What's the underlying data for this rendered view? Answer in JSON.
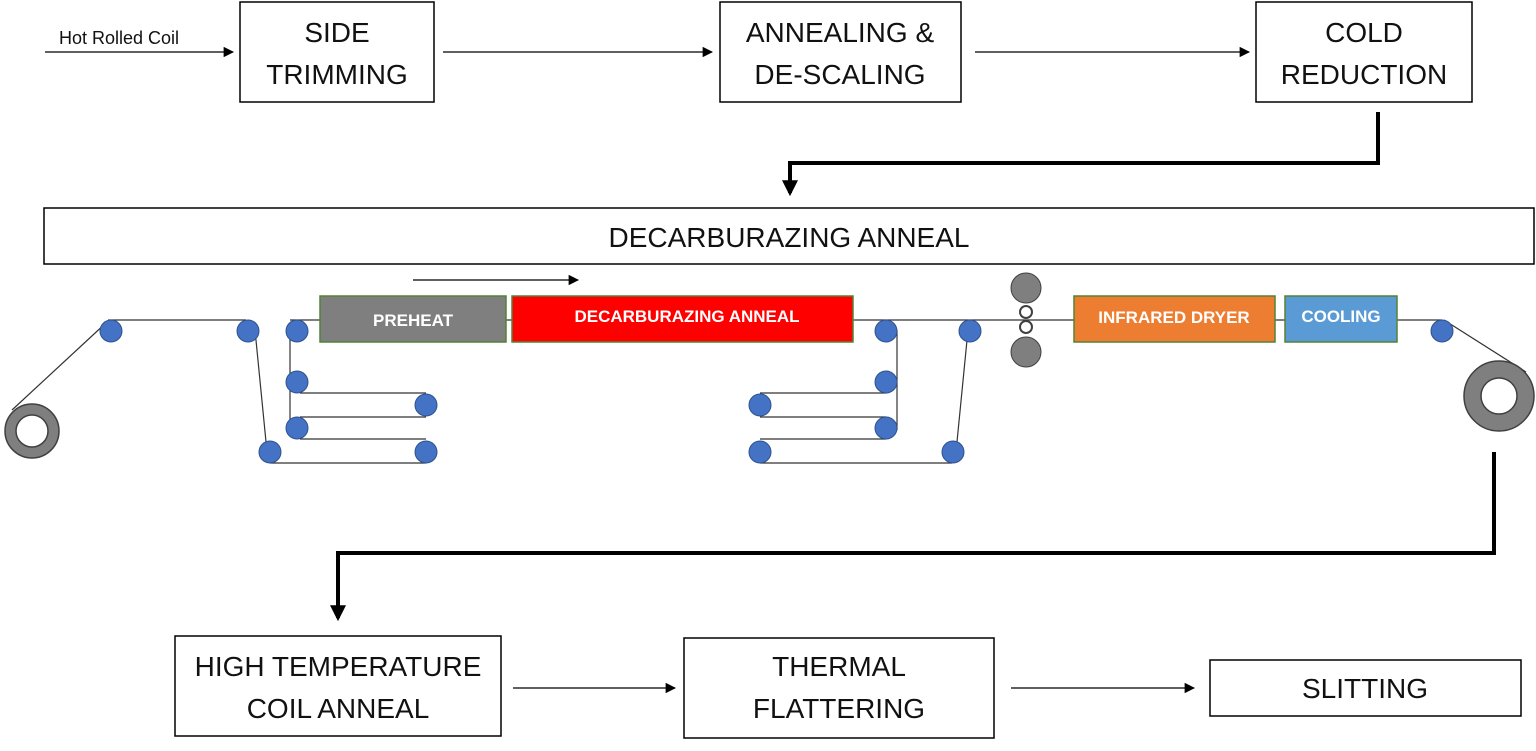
{
  "input_label": "Hot Rolled Coil",
  "steps_top": [
    {
      "line1": "SIDE",
      "line2": "TRIMMING"
    },
    {
      "line1": "ANNEALING &",
      "line2": "DE-SCALING"
    },
    {
      "line1": "COLD",
      "line2": "REDUCTION"
    }
  ],
  "banner": "DECARBURAZING ANNEAL",
  "zones": {
    "preheat": "PREHEAT",
    "decarb": "DECARBURAZING ANNEAL",
    "infrared": "INFRARED DRYER",
    "cooling": "COOLING"
  },
  "steps_bottom": [
    {
      "line1": "HIGH TEMPERATURE",
      "line2": "COIL ANNEAL"
    },
    {
      "line1": "THERMAL",
      "line2": "FLATTERING"
    },
    {
      "line1": "SLITTING"
    }
  ],
  "colors": {
    "roller": "#4472c4",
    "preheat": "#7f7f7f",
    "decarb": "#ff0000",
    "infrared": "#ed7d31",
    "cooling": "#5b9bd5",
    "zone_border": "#548235",
    "coil": "#808080"
  }
}
